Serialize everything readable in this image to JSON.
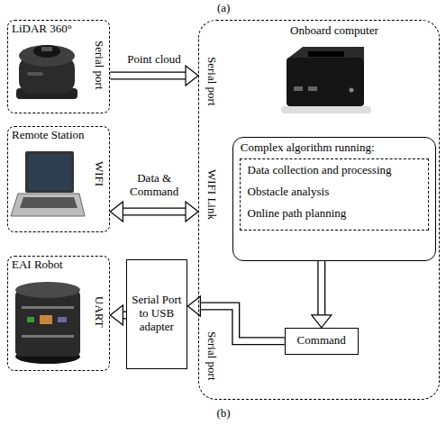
{
  "diagram": {
    "nodes": [
      {
        "text": [
          "LiDAR 360°",
          "Serial port"
        ]
      },
      {
        "text": [
          "Onboard computer",
          "Serial port",
          "WIFI Link",
          "Serial port"
        ]
      },
      {
        "text": [
          "Complex algorithm running:"
        ],
        "in": 1
      },
      {
        "text": [
          "Data collection and processing",
          "Obstacle analysis",
          "Online path planning"
        ],
        "in": 2
      },
      {
        "text": [
          "Remote Station",
          "WIFI"
        ]
      },
      {
        "text": [
          "EAI Robot",
          "UART"
        ]
      },
      {
        "text": [
          "Serial Port to USB adapter"
        ]
      },
      {
        "text": [
          "Command"
        ],
        "in": 1
      }
    ],
    "edges": [
      {
        "from": 0,
        "to": 1,
        "label": "Point cloud",
        "arrow": "to"
      },
      {
        "from": 4,
        "to": 1,
        "label": "Data & Command",
        "arrow": "both"
      },
      {
        "from": 2,
        "to": 7,
        "arrow": "to"
      },
      {
        "from": 7,
        "to": 6,
        "arrow": "to"
      },
      {
        "from": 6,
        "to": 5,
        "arrow": "to"
      }
    ],
    "labels": [
      "(a)",
      "(b)"
    ]
  }
}
